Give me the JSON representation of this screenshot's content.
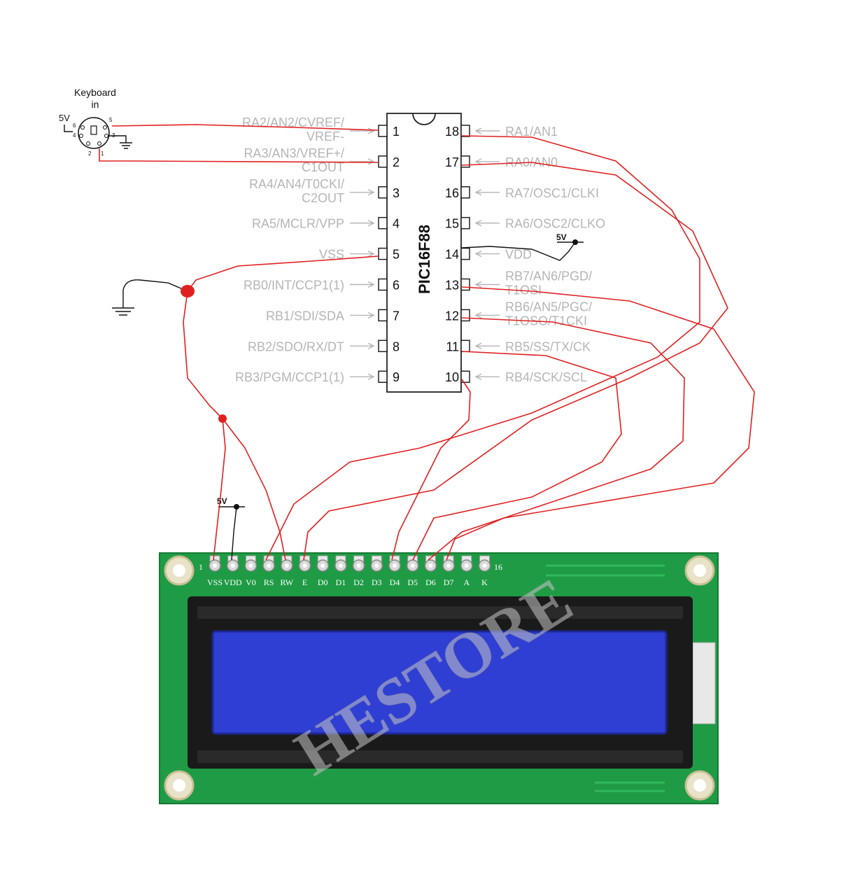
{
  "keyboard": {
    "title_line1": "Keyboard",
    "title_line2": "in",
    "vcc_label": "5V",
    "pin_numbers": [
      "5",
      "4",
      "3",
      "2",
      "1",
      "6"
    ]
  },
  "chip": {
    "part_name": "PIC16F88",
    "left_pins": [
      {
        "num": "1",
        "label": "RA2/AN2/CVREF/",
        "label2": "VREF-"
      },
      {
        "num": "2",
        "label": "RA3/AN3/VREF+/",
        "label2": "C1OUT"
      },
      {
        "num": "3",
        "label": "RA4/AN4/T0CKI/",
        "label2": "C2OUT"
      },
      {
        "num": "4",
        "label": "RA5/MCLR/VPP",
        "label2": ""
      },
      {
        "num": "5",
        "label": "VSS",
        "label2": ""
      },
      {
        "num": "6",
        "label": "RB0/INT/CCP1(1)",
        "label2": ""
      },
      {
        "num": "7",
        "label": "RB1/SDI/SDA",
        "label2": ""
      },
      {
        "num": "8",
        "label": "RB2/SDO/RX/DT",
        "label2": ""
      },
      {
        "num": "9",
        "label": "RB3/PGM/CCP1(1)",
        "label2": ""
      }
    ],
    "right_pins": [
      {
        "num": "18",
        "label": "RA1/AN1",
        "label2": ""
      },
      {
        "num": "17",
        "label": "RA0/AN0",
        "label2": ""
      },
      {
        "num": "16",
        "label": "RA7/OSC1/CLKI",
        "label2": ""
      },
      {
        "num": "15",
        "label": "RA6/OSC2/CLKO",
        "label2": ""
      },
      {
        "num": "14",
        "label": "VDD",
        "label2": ""
      },
      {
        "num": "13",
        "label": "RB7/AN6/PGD/",
        "label2": "T1OSI"
      },
      {
        "num": "12",
        "label": "RB6/AN5/PGC/",
        "label2": "T1OSO/T1CKI"
      },
      {
        "num": "11",
        "label": "RB5/SS/TX/CK",
        "label2": ""
      },
      {
        "num": "10",
        "label": "RB4/SCK/SCL",
        "label2": ""
      }
    ]
  },
  "supply": {
    "chip_vdd_label": "5V",
    "lcd_vdd_label": "5V"
  },
  "lcd": {
    "pin_labels": [
      "VSS",
      "VDD",
      "V0",
      "RS",
      "RW",
      "E",
      "D0",
      "D1",
      "D2",
      "D3",
      "D4",
      "D5",
      "D6",
      "D7",
      "A",
      "K"
    ],
    "first_pin_marker": "1",
    "last_pin_marker": "16",
    "watermark": "HESTORE",
    "pcb_color": "#1f9b45",
    "screen_color": "#2f3fd4"
  }
}
